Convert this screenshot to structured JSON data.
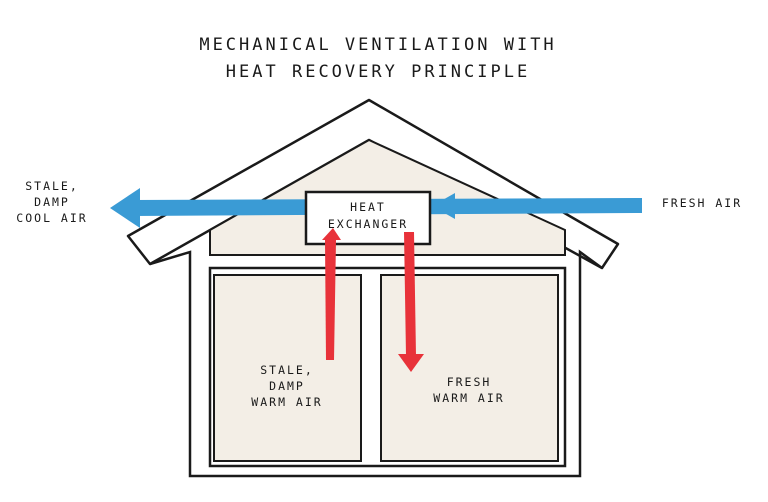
{
  "title": {
    "line1": "MECHANICAL VENTILATION WITH",
    "line2": "HEAT RECOVERY PRINCIPLE"
  },
  "exchanger": {
    "line1": "HEAT",
    "line2": "EXCHANGER"
  },
  "labels": {
    "stale_out": [
      "STALE,",
      "DAMP",
      "COOL AIR"
    ],
    "fresh_in": "FRESH AIR",
    "stale_room": [
      "STALE,",
      "DAMP",
      "WARM AIR"
    ],
    "fresh_room": [
      "FRESH",
      "WARM AIR"
    ]
  },
  "colors": {
    "outside_air_arrow": "#3a9bd5",
    "inside_air_arrow": "#e8323a",
    "room_fill": "#f3eee6",
    "outline": "#1a1a1a"
  }
}
